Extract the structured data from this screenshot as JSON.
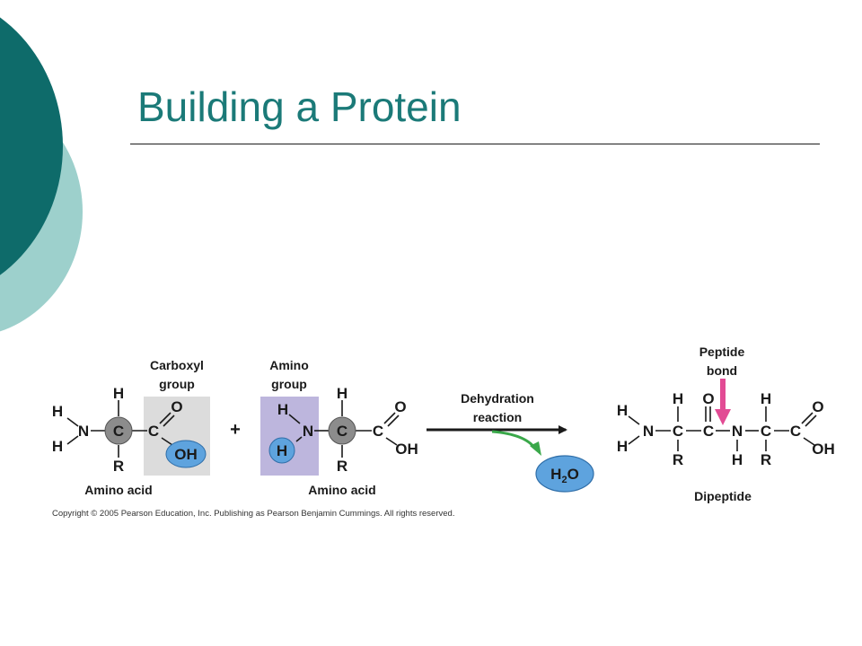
{
  "slide": {
    "title": "Building a Protein",
    "colors": {
      "title": "#1b7a78",
      "dark_teal": "#0e6b6a",
      "light_teal": "#9dd0cc",
      "carboxyl_highlight": "#dcdcdc",
      "amino_highlight": "#bdb6dd",
      "blue_ellipse": "#5ea3de",
      "carbon_gray": "#8c8c8c",
      "peptide_arrow": "#e24b94",
      "water_arrow": "#3aa84a"
    }
  },
  "diagram": {
    "labels": {
      "carboxyl_group": [
        "Carboxyl",
        "group"
      ],
      "amino_group": [
        "Amino",
        "group"
      ],
      "amino_acid_1": "Amino acid",
      "amino_acid_2": "Amino acid",
      "dehydration_reaction": [
        "Dehydration",
        "reaction"
      ],
      "peptide_bond": [
        "Peptide",
        "bond"
      ],
      "dipeptide": "Dipeptide",
      "plus": "+",
      "water": [
        "H",
        "2",
        "O"
      ]
    },
    "copyright": "Copyright © 2005 Pearson Education, Inc. Publishing as Pearson Benjamin Cummings. All rights reserved.",
    "amino_acid_1_atoms": {
      "h_top_left": "H",
      "n": "N",
      "h_bottom_left": "H",
      "h_top": "H",
      "c_alpha": "C",
      "r": "R",
      "c_carbonyl": "C",
      "o": "O",
      "oh": "OH"
    },
    "amino_acid_2_atoms": {
      "h_top_left": "H",
      "n": "N",
      "h_circled": "H",
      "h_top": "H",
      "c_alpha": "C",
      "r": "R",
      "c_carbonyl": "C",
      "o": "O",
      "oh": "OH"
    },
    "dipeptide_atoms": {
      "h_top_left": "H",
      "n1": "N",
      "h_bottom_left": "H",
      "c1": "C",
      "h1_top": "H",
      "r1": "R",
      "c2": "C",
      "o2": "O",
      "n2": "N",
      "h_n2": "H",
      "c3": "C",
      "h3_top": "H",
      "r3": "R",
      "c4": "C",
      "o4": "O",
      "oh4": "OH"
    }
  }
}
